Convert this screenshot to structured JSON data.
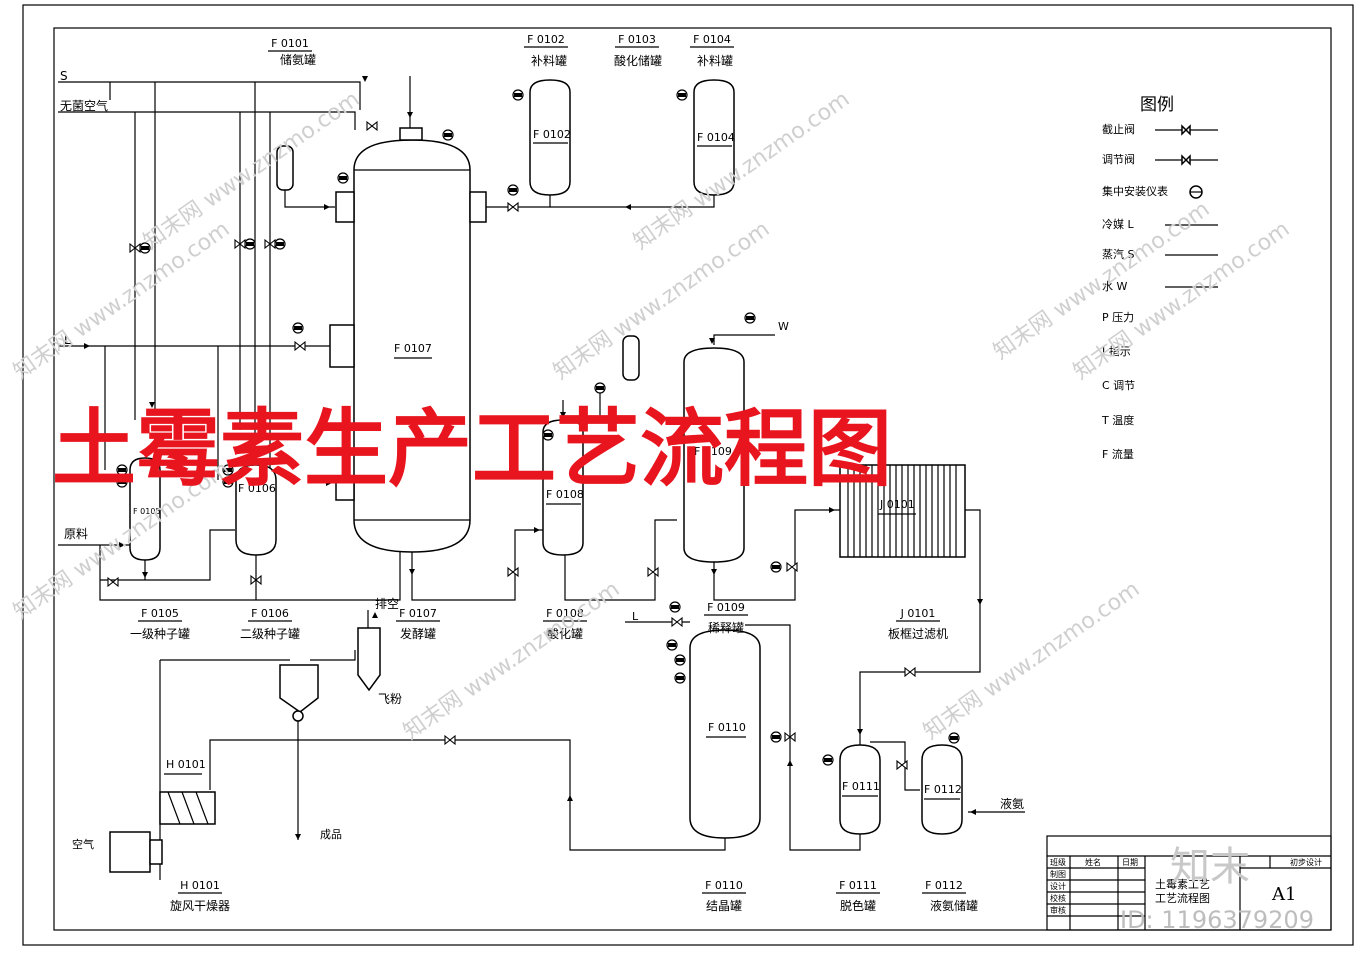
{
  "title": "土霉素生产工艺流程图",
  "streams": {
    "steam": "S",
    "sterile_air": "无菌空气",
    "coolant": "L",
    "raw_material": "原料",
    "water": "W",
    "coolant2": "L",
    "vent": "排空",
    "fly_ash": "飞粉",
    "product": "成品",
    "air": "空气",
    "liquid_ammonia": "液氨"
  },
  "equipment": [
    {
      "tag": "F 0101",
      "name": "储氨罐"
    },
    {
      "tag": "F 0102",
      "name": "补料罐"
    },
    {
      "tag": "F 0103",
      "name": "酸化储罐"
    },
    {
      "tag": "F 0104",
      "name": "补料罐"
    },
    {
      "tag": "F 0105",
      "name": "一级种子罐"
    },
    {
      "tag": "F 0106",
      "name": "二级种子罐"
    },
    {
      "tag": "F 0107",
      "name": "发酵罐"
    },
    {
      "tag": "F 0108",
      "name": "酸化罐"
    },
    {
      "tag": "F 0109",
      "name": "稀释罐"
    },
    {
      "tag": "J 0101",
      "name": "板框过滤机"
    },
    {
      "tag": "F 0110",
      "name": "结晶罐"
    },
    {
      "tag": "F 0111",
      "name": "脱色罐"
    },
    {
      "tag": "F 0112",
      "name": "液氨储罐"
    },
    {
      "tag": "H 0101",
      "name": "旋风干燥器"
    }
  ],
  "vessel_labels": {
    "f0102": "F 0102",
    "f0104": "F 0104",
    "f0105": "F 0105",
    "f0106": "F 0106",
    "f0107": "F 0107",
    "f0108": "F 0108",
    "f0109": "F 0109",
    "j0101": "J 0101",
    "f0110": "F 0110",
    "f0111": "F 0111",
    "f0112": "F 0112",
    "h0101": "H 0101"
  },
  "legend": {
    "title": "图例",
    "items": [
      "截止阀",
      "调节阀",
      "集中安装仪表",
      "冷媒  L",
      "蒸汽  S",
      "水     W",
      "P     压力",
      "I     指示",
      "C     调节",
      "T     温度",
      "F     流量"
    ]
  },
  "title_block": {
    "rows": [
      "制图",
      "设计",
      "校核",
      "审核"
    ],
    "header": [
      "班级",
      "姓名",
      "日期"
    ],
    "drawing_name_1": "土霉素工艺",
    "drawing_name_2": "工艺流程图",
    "stage": "初步设计",
    "sheet_size": "A1"
  },
  "watermark": {
    "site": "www.znzmo.com",
    "brand": "知末网",
    "logo": "知末",
    "id": "ID: 1196379209"
  }
}
